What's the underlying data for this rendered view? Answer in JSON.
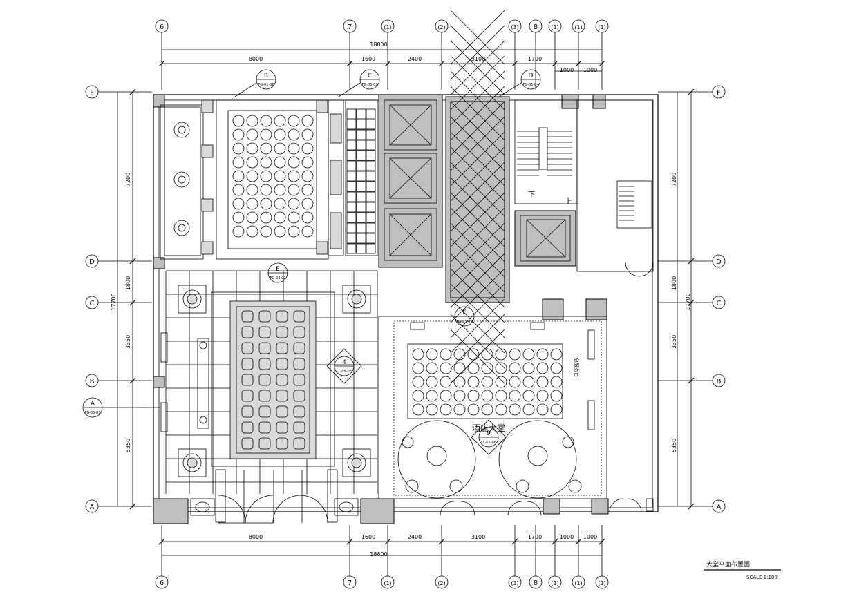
{
  "drawing": {
    "title": "大堂平面布置图",
    "scale": "SCALE 1:100"
  },
  "grid": {
    "columns": [
      "6",
      "7",
      "(1)",
      "(2)",
      "(3)",
      "8",
      "(1)",
      "(1)",
      "(1)"
    ],
    "rows": [
      "F",
      "D",
      "C",
      "B",
      "A"
    ]
  },
  "dimensions": {
    "overall_width": "18800",
    "top_segments": [
      "8000",
      "1600",
      "2400",
      "3100",
      "1700",
      "1000",
      "1000"
    ],
    "bottom_segments": [
      "8000",
      "1600",
      "2400",
      "3100",
      "1700",
      "1000",
      "1000"
    ],
    "side_segments": [
      "7200",
      "1800",
      "3350",
      "5350"
    ],
    "overall_height": "17700"
  },
  "callouts": [
    {
      "letter": "B",
      "ref": "FG-01-02"
    },
    {
      "letter": "C",
      "ref": "FG-05-02"
    },
    {
      "letter": "D",
      "ref": "FG-01-04"
    },
    {
      "letter": "E",
      "ref": "FG-03-02"
    },
    {
      "letter": "F",
      "ref": "FG-05-06"
    },
    {
      "letter": "A",
      "ref": "FG-05-01"
    },
    {
      "letter": "4",
      "ref": "LL-05-03"
    },
    {
      "letter": "9",
      "ref": "LL-05-06"
    }
  ],
  "room_labels": {
    "main_hall": "酒店大堂",
    "stair_up": "上",
    "stair_down": "下",
    "side_label": "总服务台"
  },
  "colors": {
    "line": "#000000",
    "wall_fill": "#bfbfbf",
    "background": "#ffffff"
  }
}
